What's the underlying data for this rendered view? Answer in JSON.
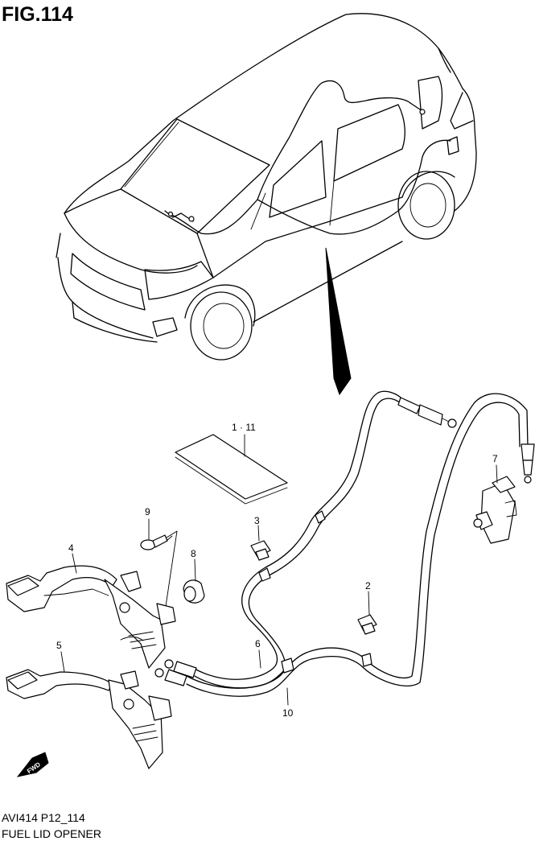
{
  "header": {
    "figure_title": "FIG.114"
  },
  "footer": {
    "diagram_code": "AVI414 P12_114",
    "diagram_name": "FUEL LID OPENER"
  },
  "callouts": {
    "part_1_11": "1 · 11",
    "part_2": "2",
    "part_3": "3",
    "part_4": "4",
    "part_5": "5",
    "part_6": "6",
    "part_7": "7",
    "part_8": "8",
    "part_9": "9",
    "part_10": "10"
  },
  "direction_marker": {
    "label": "FWD"
  }
}
